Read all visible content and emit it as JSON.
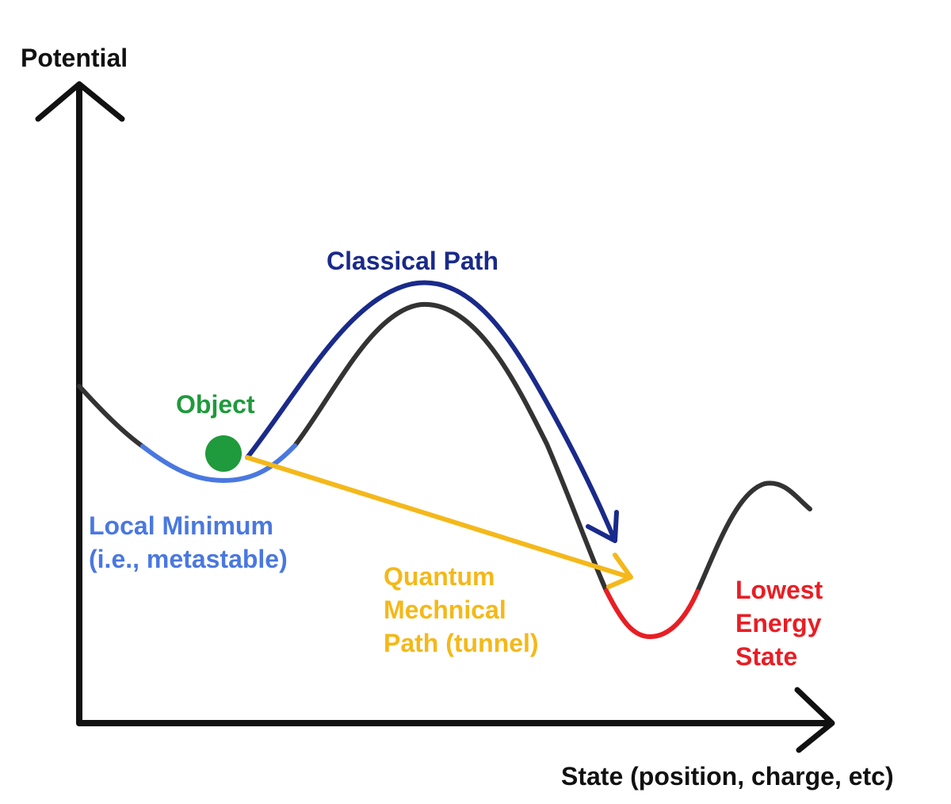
{
  "axes": {
    "y_label": "Potential",
    "x_label": "State (position, charge, etc)"
  },
  "labels": {
    "classical_path": "Classical Path",
    "object": "Object",
    "local_minimum": [
      "Local Minimum",
      "(i.e., metastable)"
    ],
    "quantum_path": [
      "Quantum",
      "Mechnical",
      "Path (tunnel)"
    ],
    "lowest_state": [
      "Lowest",
      "Energy",
      "State"
    ]
  },
  "colors": {
    "axis": "#111111",
    "curve": "#333333",
    "classical_path": "#1a2a8a",
    "object": "#1f9a3c",
    "local_minimum": "#4a78e0",
    "quantum_path": "#f4b81a",
    "lowest_state": "#e81e24"
  }
}
